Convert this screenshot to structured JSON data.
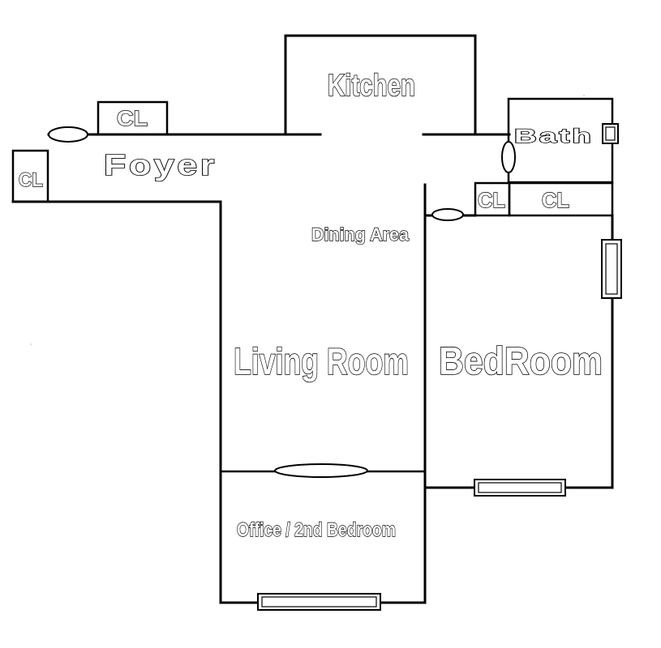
{
  "rooms": {
    "kitchen": "Kitchen",
    "foyer": "Foyer",
    "bath": "Bath",
    "dining": "Dining Area",
    "living": "Living Room",
    "bedroom": "BedRoom",
    "office": "Office / 2nd Bedroom",
    "closet_label": "CL"
  },
  "colors": {
    "line": "#000000",
    "background": "#ffffff"
  }
}
